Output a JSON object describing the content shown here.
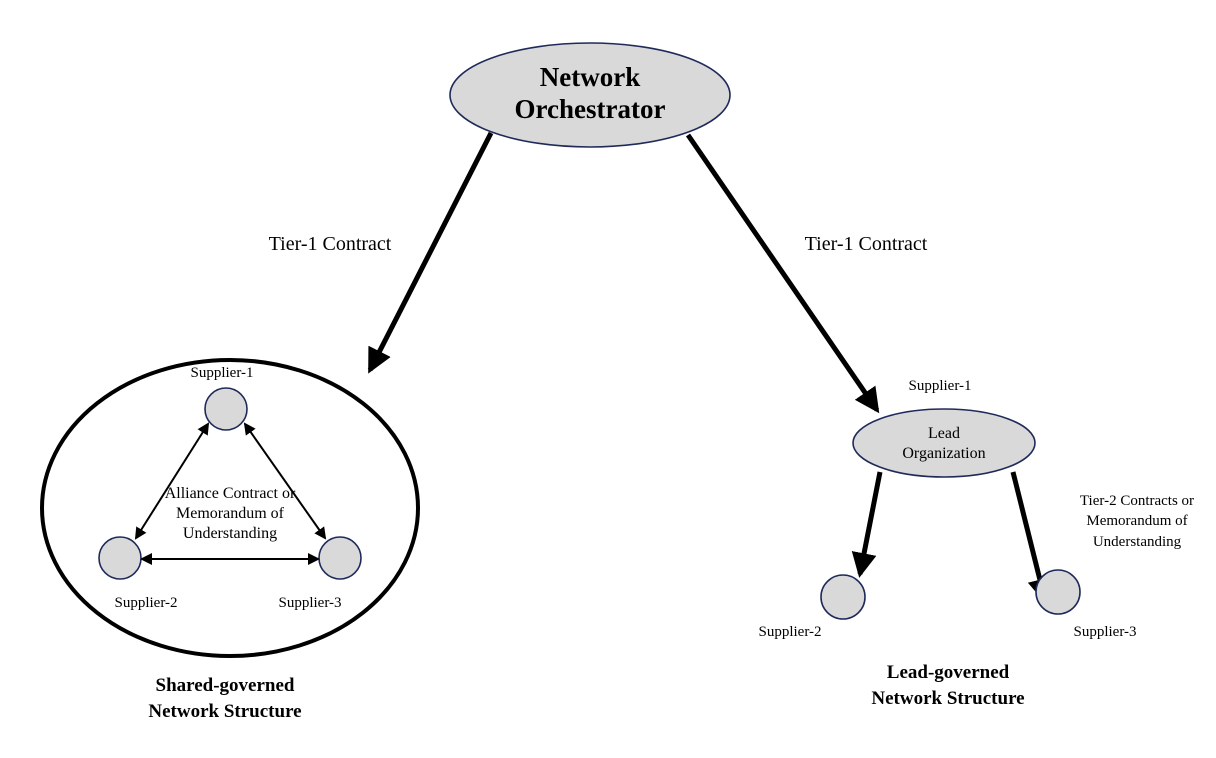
{
  "orchestrator": {
    "line1": "Network",
    "line2": "Orchestrator"
  },
  "edges": {
    "tier1_left": "Tier-1 Contract",
    "tier1_right": "Tier-1 Contract"
  },
  "shared": {
    "supplier1": "Supplier-1",
    "supplier2": "Supplier-2",
    "supplier3": "Supplier-3",
    "alliance_line1": "Alliance Contract or",
    "alliance_line2": "Memorandum of",
    "alliance_line3": "Understanding",
    "title_line1": "Shared-governed",
    "title_line2": "Network Structure"
  },
  "lead": {
    "supplier1": "Supplier-1",
    "lead_line1": "Lead",
    "lead_line2": "Organization",
    "tier2_line1": "Tier-2 Contracts or",
    "tier2_line2": "Memorandum of",
    "tier2_line3": "Understanding",
    "supplier2": "Supplier-2",
    "supplier3": "Supplier-3",
    "title_line1": "Lead-governed",
    "title_line2": "Network Structure"
  },
  "colors": {
    "node_fill": "#d9d9d9",
    "node_stroke": "#1f2a5a",
    "line": "#000000"
  }
}
